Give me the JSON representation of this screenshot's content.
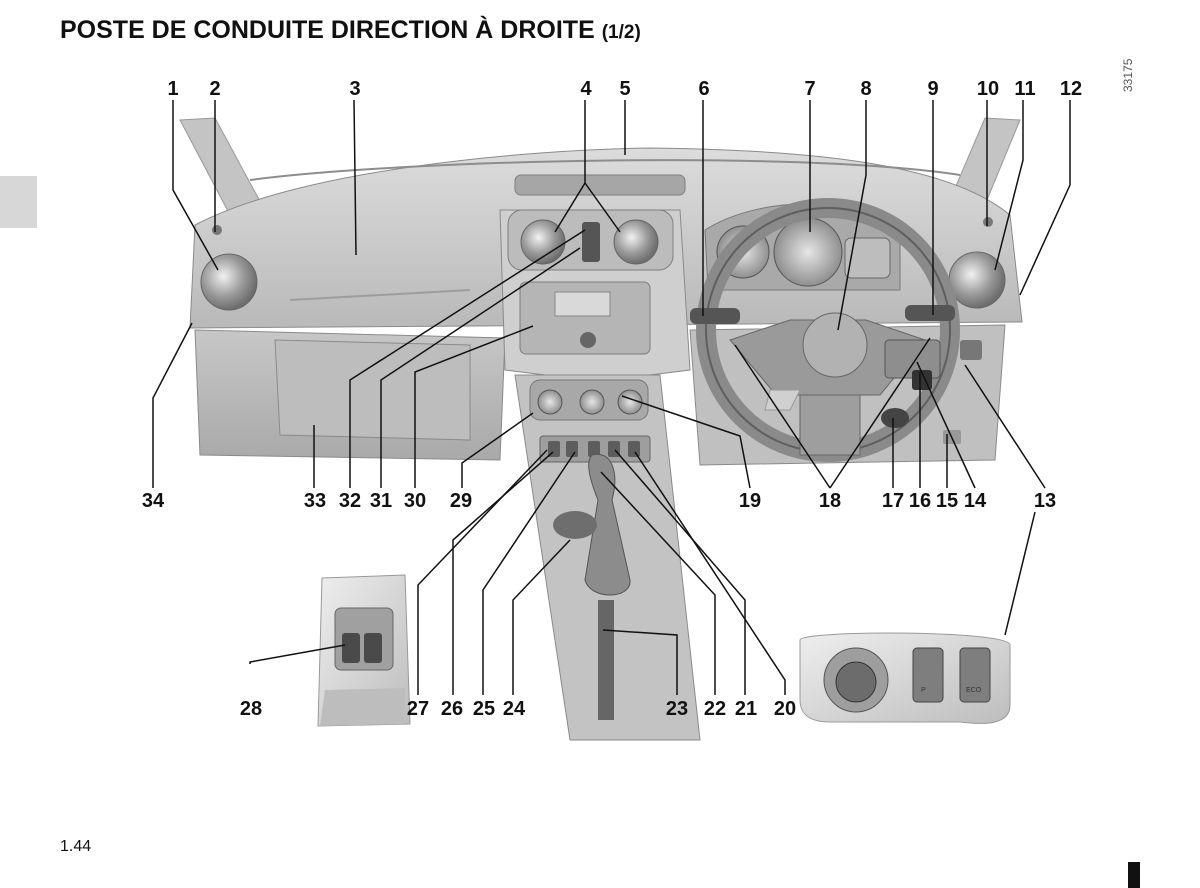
{
  "page": {
    "title": "POSTE DE CONDUITE DIRECTION À DROITE",
    "title_part": "(1/2)",
    "ref_code": "33175",
    "page_number": "1.44"
  },
  "figure": {
    "labels": {
      "n1": "1",
      "n2": "2",
      "n3": "3",
      "n4": "4",
      "n5": "5",
      "n6": "6",
      "n7": "7",
      "n8": "8",
      "n9": "9",
      "n10": "10",
      "n11": "11",
      "n12": "12",
      "n13": "13",
      "n14": "14",
      "n15": "15",
      "n16": "16",
      "n17": "17",
      "n18": "18",
      "n19": "19",
      "n20": "20",
      "n21": "21",
      "n22": "22",
      "n23": "23",
      "n24": "24",
      "n25": "25",
      "n26": "26",
      "n27": "27",
      "n28": "28",
      "n29": "29",
      "n30": "30",
      "n31": "31",
      "n32": "32",
      "n33": "33",
      "n34": "34"
    },
    "inset_switch_labels": {
      "p": "P",
      "eco": "ECO"
    }
  }
}
